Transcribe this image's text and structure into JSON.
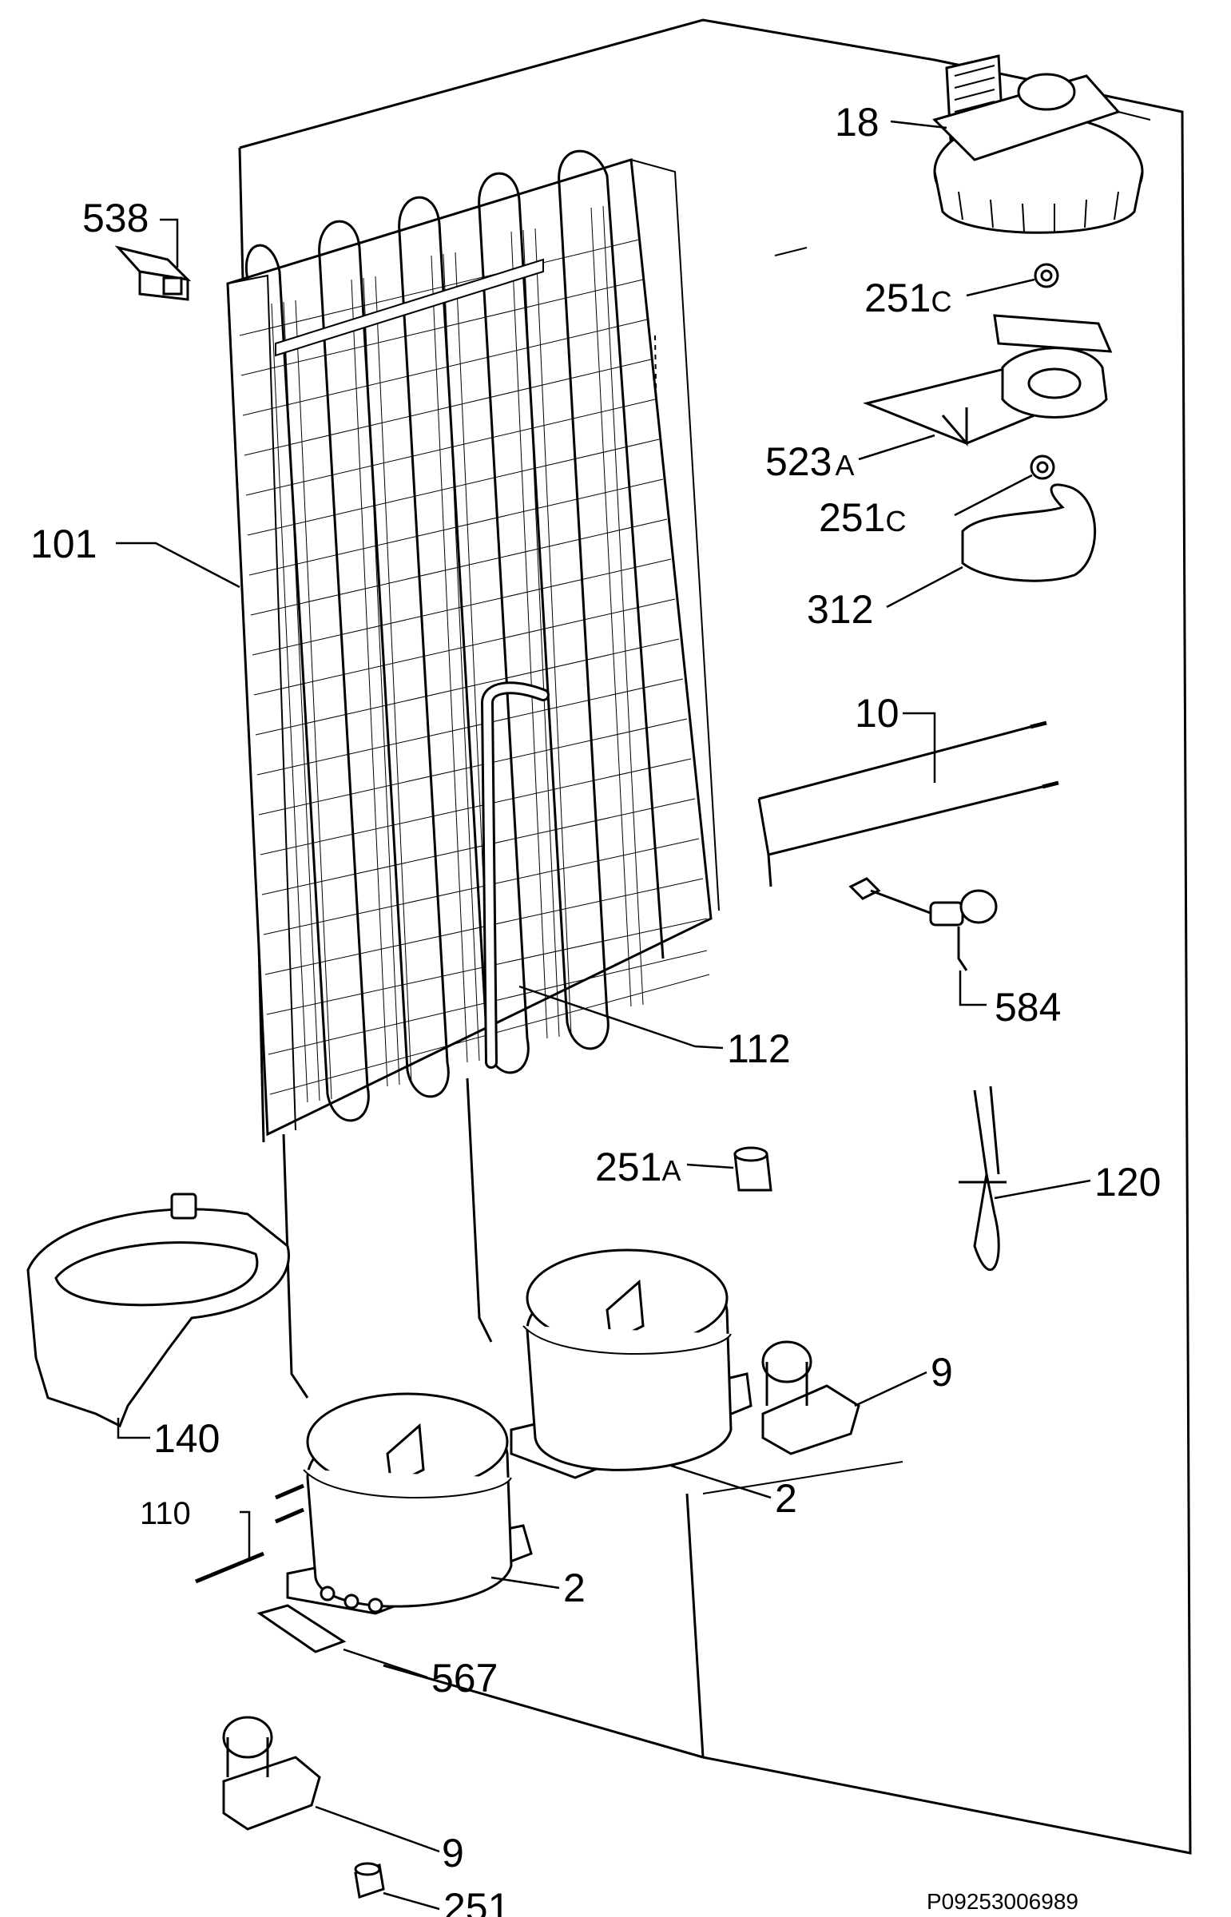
{
  "diagram": {
    "document_code": "P09253006989",
    "parts": [
      {
        "id": "part-18",
        "number": "18",
        "suffix": ""
      },
      {
        "id": "part-538",
        "number": "538",
        "suffix": ""
      },
      {
        "id": "part-251c-top",
        "number": "251",
        "suffix": "C"
      },
      {
        "id": "part-523a",
        "number": "523",
        "suffix": "A"
      },
      {
        "id": "part-251c-mid",
        "number": "251",
        "suffix": "C"
      },
      {
        "id": "part-101",
        "number": "101",
        "suffix": ""
      },
      {
        "id": "part-312",
        "number": "312",
        "suffix": ""
      },
      {
        "id": "part-10",
        "number": "10",
        "suffix": ""
      },
      {
        "id": "part-584",
        "number": "584",
        "suffix": ""
      },
      {
        "id": "part-112",
        "number": "112",
        "suffix": ""
      },
      {
        "id": "part-120",
        "number": "120",
        "suffix": ""
      },
      {
        "id": "part-251a",
        "number": "251",
        "suffix": "A"
      },
      {
        "id": "part-9-upper",
        "number": "9",
        "suffix": ""
      },
      {
        "id": "part-140",
        "number": "140",
        "suffix": ""
      },
      {
        "id": "part-2-upper",
        "number": "2",
        "suffix": ""
      },
      {
        "id": "part-110",
        "number": "110",
        "suffix": ""
      },
      {
        "id": "part-2-lower",
        "number": "2",
        "suffix": ""
      },
      {
        "id": "part-567",
        "number": "567",
        "suffix": ""
      },
      {
        "id": "part-9-lower",
        "number": "9",
        "suffix": ""
      },
      {
        "id": "part-251",
        "number": "251",
        "suffix": ""
      }
    ]
  }
}
